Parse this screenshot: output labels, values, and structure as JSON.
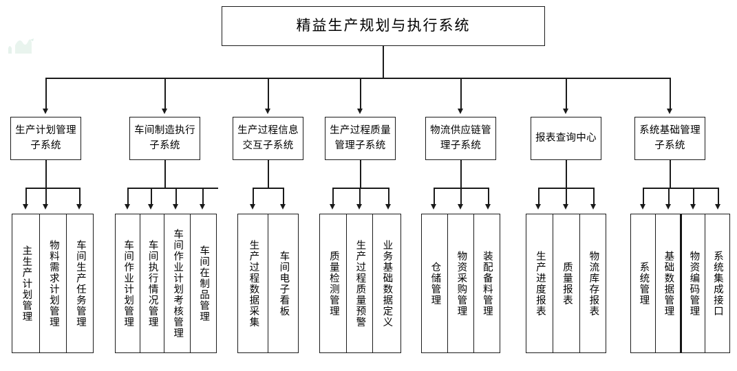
{
  "diagram": {
    "type": "hierarchy-tree",
    "title": "精益生产规划与执行系统",
    "watermark": "green-mountain-watermark",
    "root": {
      "label": "精益生产规划与执行系统"
    },
    "subsystems": [
      {
        "label": "生产计划管理子系统",
        "children": [
          "主生产计划管理",
          "物料需求计划管理",
          "车间生产任务管理"
        ]
      },
      {
        "label": "车间制造执行子系统",
        "children": [
          "车间作业计划管理",
          "车间执行情况管理",
          "车间作业计划考核管理",
          "车间在制品管理"
        ]
      },
      {
        "label": "生产过程信息交互子系统",
        "children": [
          "生产过程数据采集",
          "车间电子看板"
        ]
      },
      {
        "label": "生产过程质量管理子系统",
        "children": [
          "质量检测管理",
          "生产过程质量预警",
          "业务基础数据定义"
        ]
      },
      {
        "label": "物流供应链管理子系统",
        "children": [
          "仓储管理",
          "物资采购管理",
          "装配备料管理"
        ]
      },
      {
        "label": "报表查询中心",
        "children": [
          "生产进度报表",
          "质量报表",
          "物流库存报表"
        ]
      },
      {
        "label": "系统基础管理子系统",
        "children": [
          "系统管理",
          "基础数据管理",
          "物资编码管理",
          "系统集成接口"
        ]
      }
    ],
    "colors": {
      "line": "#1a1a1a",
      "box_fill": "#ffffff",
      "text": "#000000",
      "watermark": "#e6f2ec"
    }
  }
}
